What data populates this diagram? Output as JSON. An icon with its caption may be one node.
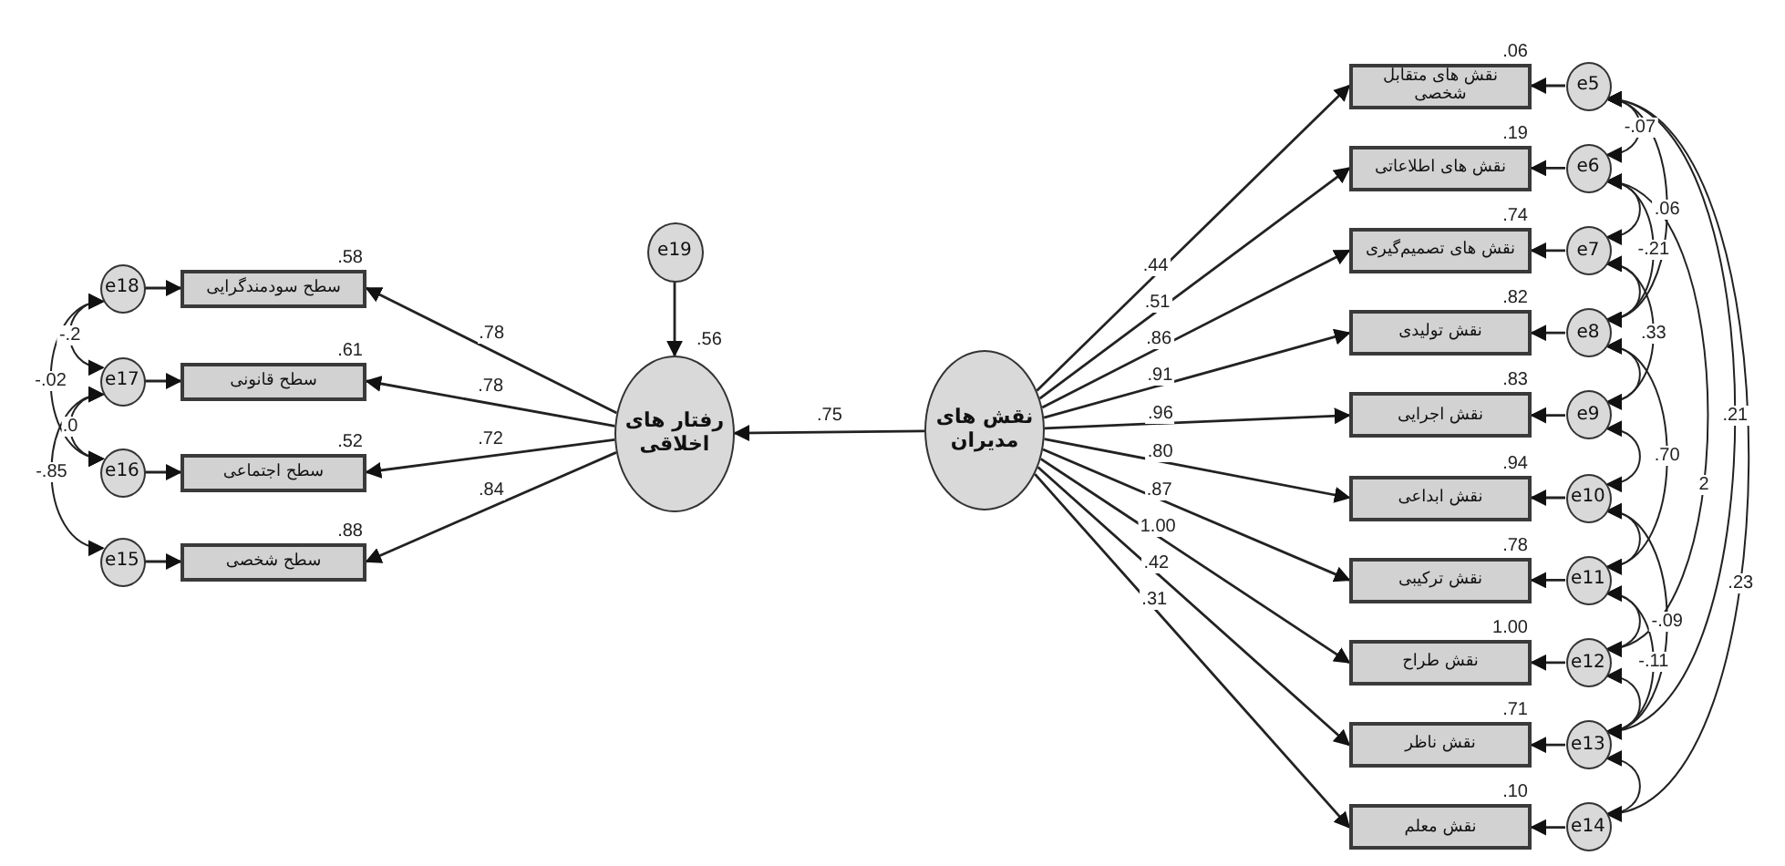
{
  "diagram": {
    "nodes": [
      {
        "text": [
          "e18"
        ]
      },
      {
        "text": [
          "e17"
        ]
      },
      {
        "text": [
          "e16"
        ]
      },
      {
        "text": [
          "e15"
        ]
      },
      {
        "text": [
          "سطح سودمندگرایی"
        ],
        "beside": [
          ".58"
        ]
      },
      {
        "text": [
          "سطح قانونی"
        ],
        "beside": [
          ".61"
        ]
      },
      {
        "text": [
          "سطح اجتماعی"
        ],
        "beside": [
          ".52"
        ]
      },
      {
        "text": [
          "سطح شخصی"
        ],
        "beside": [
          ".88"
        ]
      },
      {
        "text": [
          "e19"
        ]
      },
      {
        "text": [
          "رفتار های اخلاقی"
        ],
        "beside": [
          ".56"
        ]
      },
      {
        "text": [
          "نقش های مدیران"
        ]
      },
      {
        "text": [
          "نقش های متقابل شخصی"
        ],
        "beside": [
          ".06"
        ]
      },
      {
        "text": [
          "نقش های اطلاعاتی"
        ],
        "beside": [
          ".19"
        ]
      },
      {
        "text": [
          "نقش های تصمیم‌گیری"
        ],
        "beside": [
          ".74"
        ]
      },
      {
        "text": [
          "نقش تولیدی"
        ],
        "beside": [
          ".82"
        ]
      },
      {
        "text": [
          "نقش اجرایی"
        ],
        "beside": [
          ".83"
        ]
      },
      {
        "text": [
          "نقش ابداعی"
        ],
        "beside": [
          ".94"
        ]
      },
      {
        "text": [
          "نقش ترکیبی"
        ],
        "beside": [
          ".78"
        ]
      },
      {
        "text": [
          "نقش طراح"
        ],
        "beside": [
          "1.00"
        ]
      },
      {
        "text": [
          "نقش ناظر"
        ],
        "beside": [
          ".71"
        ]
      },
      {
        "text": [
          "نقش معلم"
        ],
        "beside": [
          ".10"
        ]
      },
      {
        "text": [
          "e5"
        ]
      },
      {
        "text": [
          "e6"
        ]
      },
      {
        "text": [
          "e7"
        ]
      },
      {
        "text": [
          "e8"
        ]
      },
      {
        "text": [
          "e9"
        ]
      },
      {
        "text": [
          "e10"
        ]
      },
      {
        "text": [
          "e11"
        ]
      },
      {
        "text": [
          "e12"
        ]
      },
      {
        "text": [
          "e13"
        ]
      },
      {
        "text": [
          "e14"
        ]
      }
    ],
    "edges": [
      {
        "from": 0,
        "to": 4,
        "arrow": "to"
      },
      {
        "from": 1,
        "to": 5,
        "arrow": "to"
      },
      {
        "from": 2,
        "to": 6,
        "arrow": "to"
      },
      {
        "from": 3,
        "to": 7,
        "arrow": "to"
      },
      {
        "from": 9,
        "to": 4,
        "arrow": "to",
        "label": ".78"
      },
      {
        "from": 9,
        "to": 5,
        "arrow": "to",
        "label": ".78"
      },
      {
        "from": 9,
        "to": 6,
        "arrow": "to",
        "label": ".72"
      },
      {
        "from": 9,
        "to": 7,
        "arrow": "to",
        "label": ".84"
      },
      {
        "from": 8,
        "to": 9,
        "arrow": "to"
      },
      {
        "from": 10,
        "to": 9,
        "arrow": "to",
        "label": ".75"
      },
      {
        "from": 10,
        "to": 11,
        "arrow": "to",
        "label": ".44"
      },
      {
        "from": 10,
        "to": 12,
        "arrow": "to",
        "label": ".51"
      },
      {
        "from": 10,
        "to": 13,
        "arrow": "to",
        "label": ".86"
      },
      {
        "from": 10,
        "to": 14,
        "arrow": "to",
        "label": ".91"
      },
      {
        "from": 10,
        "to": 15,
        "arrow": "to",
        "label": ".96"
      },
      {
        "from": 10,
        "to": 16,
        "arrow": "to",
        "label": ".80"
      },
      {
        "from": 10,
        "to": 17,
        "arrow": "to",
        "label": ".87"
      },
      {
        "from": 10,
        "to": 18,
        "arrow": "to",
        "label": "1.00"
      },
      {
        "from": 10,
        "to": 19,
        "arrow": "to",
        "label": ".42"
      },
      {
        "from": 10,
        "to": 20,
        "arrow": "to",
        "label": ".31"
      },
      {
        "from": 21,
        "to": 11,
        "arrow": "to"
      },
      {
        "from": 22,
        "to": 12,
        "arrow": "to"
      },
      {
        "from": 23,
        "to": 13,
        "arrow": "to"
      },
      {
        "from": 24,
        "to": 14,
        "arrow": "to"
      },
      {
        "from": 25,
        "to": 15,
        "arrow": "to"
      },
      {
        "from": 26,
        "to": 16,
        "arrow": "to"
      },
      {
        "from": 27,
        "to": 17,
        "arrow": "to"
      },
      {
        "from": 28,
        "to": 18,
        "arrow": "to"
      },
      {
        "from": 29,
        "to": 19,
        "arrow": "to"
      },
      {
        "from": 30,
        "to": 20,
        "arrow": "to"
      },
      {
        "from": 0,
        "to": 1,
        "arrow": "both",
        "label": "-.2"
      },
      {
        "from": 0,
        "to": 2,
        "arrow": "both",
        "label": "-.02"
      },
      {
        "from": 1,
        "to": 2,
        "arrow": "both",
        "label": ".0"
      },
      {
        "from": 1,
        "to": 3,
        "arrow": "both",
        "label": "-.85"
      },
      {
        "from": 21,
        "to": 22,
        "arrow": "both",
        "label": "-.07"
      },
      {
        "from": 22,
        "to": 23,
        "arrow": "both"
      },
      {
        "from": 23,
        "to": 24,
        "arrow": "both"
      },
      {
        "from": 24,
        "to": 25,
        "arrow": "both"
      },
      {
        "from": 25,
        "to": 26,
        "arrow": "both"
      },
      {
        "from": 26,
        "to": 27,
        "arrow": "both"
      },
      {
        "from": 27,
        "to": 28,
        "arrow": "both"
      },
      {
        "from": 28,
        "to": 29,
        "arrow": "both"
      },
      {
        "from": 29,
        "to": 30,
        "arrow": "both"
      },
      {
        "from": 22,
        "to": 24,
        "arrow": "both",
        "label": "-.21"
      },
      {
        "from": 21,
        "to": 24,
        "arrow": "both",
        "label": ".06"
      },
      {
        "from": 23,
        "to": 25,
        "arrow": "both",
        "label": ".33"
      },
      {
        "from": 24,
        "to": 27,
        "arrow": "both",
        "label": ".70"
      },
      {
        "from": 22,
        "to": 28,
        "arrow": "both",
        "label": "2"
      },
      {
        "from": 21,
        "to": 29,
        "arrow": "both",
        "label": ".21"
      },
      {
        "from": 21,
        "to": 30,
        "arrow": "both",
        "label": ".23"
      },
      {
        "from": 27,
        "to": 29,
        "arrow": "both",
        "label": "-.11"
      },
      {
        "from": 26,
        "to": 29,
        "arrow": "both",
        "label": "-.09"
      }
    ]
  }
}
